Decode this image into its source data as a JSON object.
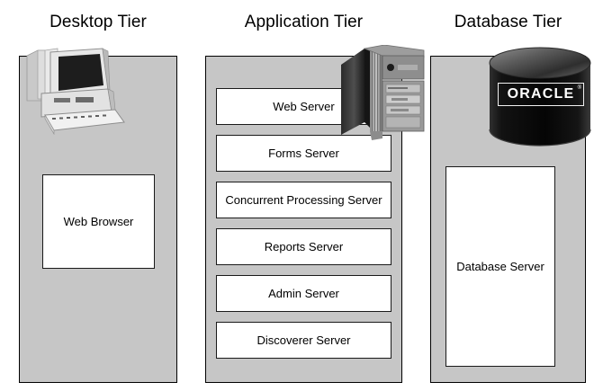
{
  "diagram": {
    "type": "three-tier-architecture",
    "tiers": [
      {
        "id": "desktop",
        "title": "Desktop Tier",
        "icon": "desktop-computer-icon",
        "panel_color": "#c6c6c6",
        "boxes": [
          {
            "label": "Web Browser"
          }
        ]
      },
      {
        "id": "application",
        "title": "Application Tier",
        "icon": "server-tower-icon",
        "panel_color": "#c6c6c6",
        "boxes": [
          {
            "label": "Web Server"
          },
          {
            "label": "Forms Server"
          },
          {
            "label": "Concurrent Processing Server"
          },
          {
            "label": "Reports Server"
          },
          {
            "label": "Admin Server"
          },
          {
            "label": "Discoverer Server"
          }
        ]
      },
      {
        "id": "database",
        "title": "Database Tier",
        "icon": "oracle-database-cylinder-icon",
        "panel_color": "#c6c6c6",
        "logo_text": "ORACLE",
        "logo_trademark": "®",
        "boxes": [
          {
            "label": "Database Server"
          }
        ]
      }
    ],
    "colors": {
      "panel_fill": "#c6c6c6",
      "box_fill": "#ffffff",
      "outline": "#1a1a1a",
      "cylinder_dark": "#0d0d0d",
      "logo_text": "#ffffff",
      "background": "#ffffff"
    }
  }
}
